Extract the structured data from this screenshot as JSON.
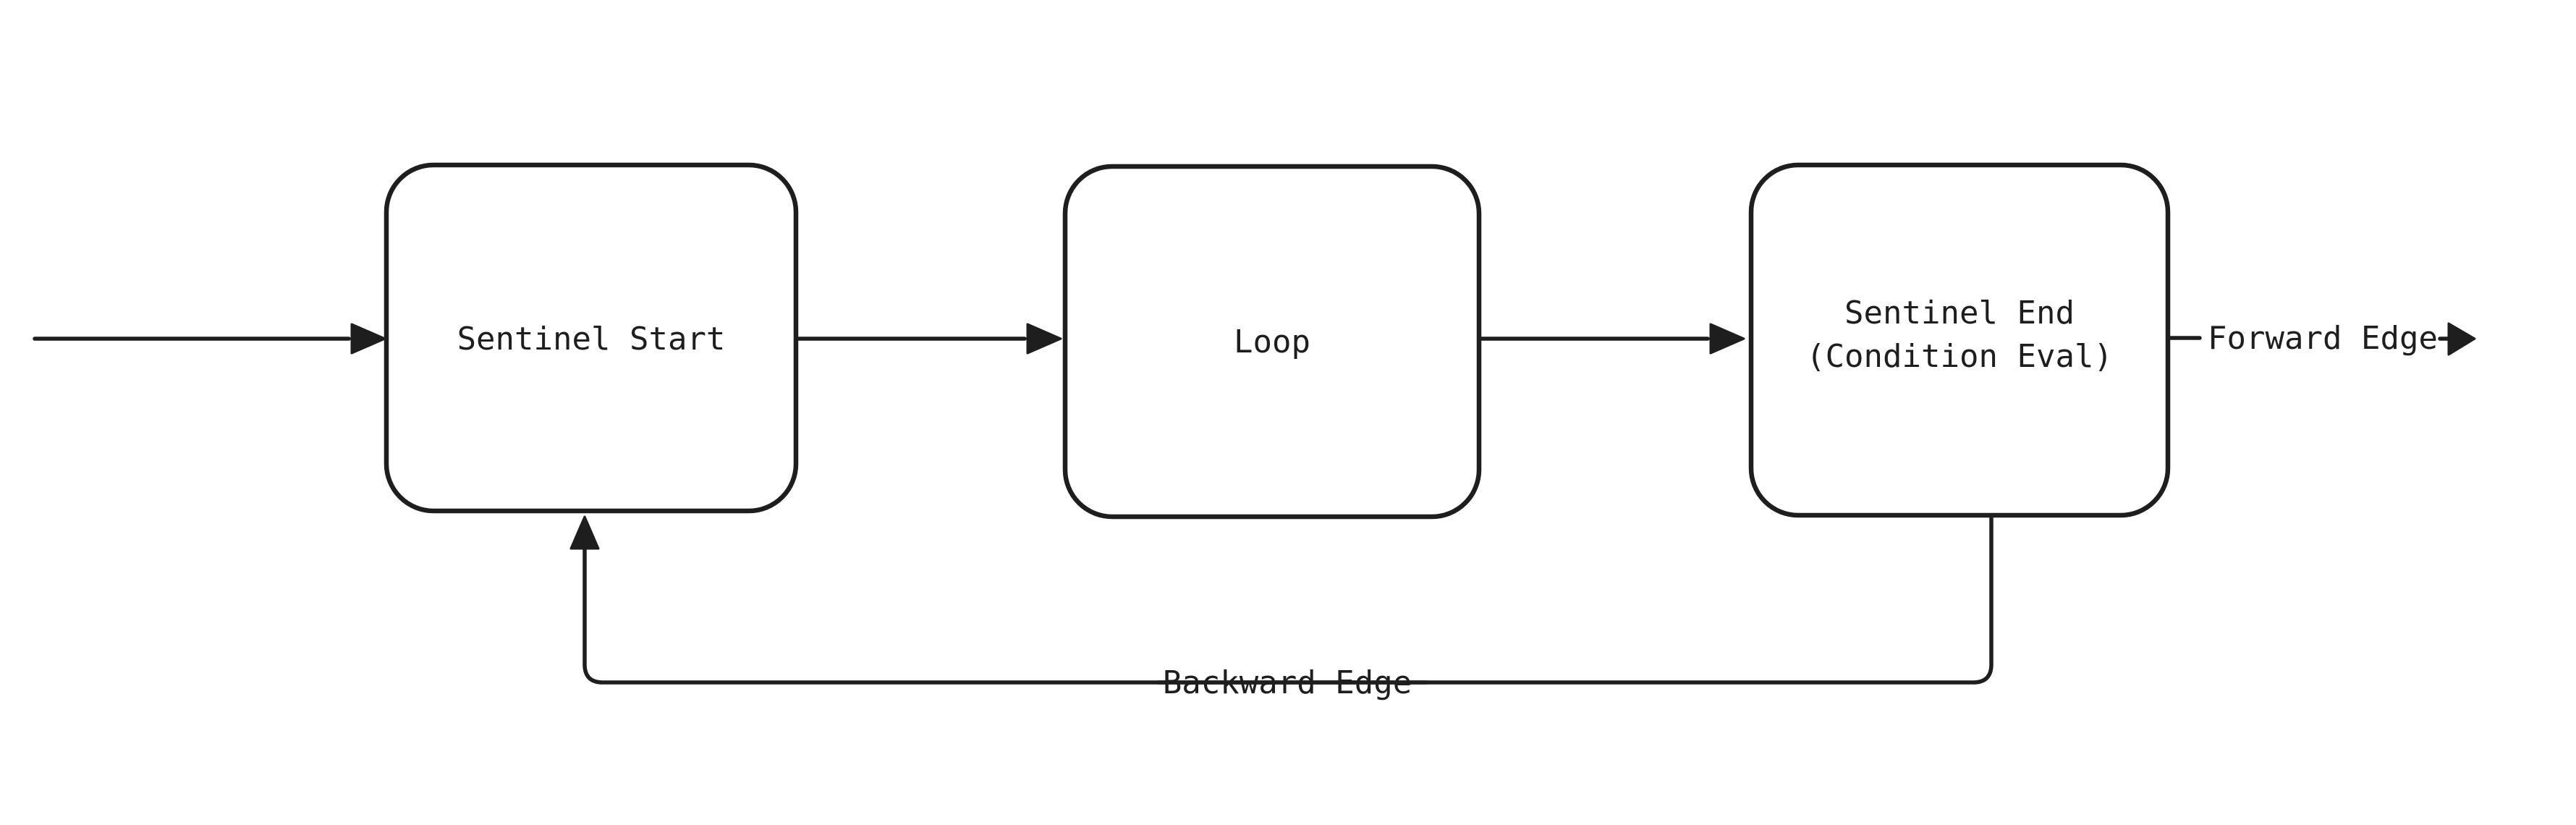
{
  "colors": {
    "ink": "#1e1e1e",
    "background": "#ffffff"
  },
  "diagram": {
    "nodes": [
      {
        "id": "sentinel-start",
        "label": "Sentinel Start"
      },
      {
        "id": "loop",
        "label": "Loop"
      },
      {
        "id": "sentinel-end",
        "label_lines": [
          "Sentinel End",
          "(Condition Eval)"
        ]
      }
    ],
    "edge_labels": {
      "forward": "Forward Edge",
      "backward": "Backward Edge"
    }
  }
}
